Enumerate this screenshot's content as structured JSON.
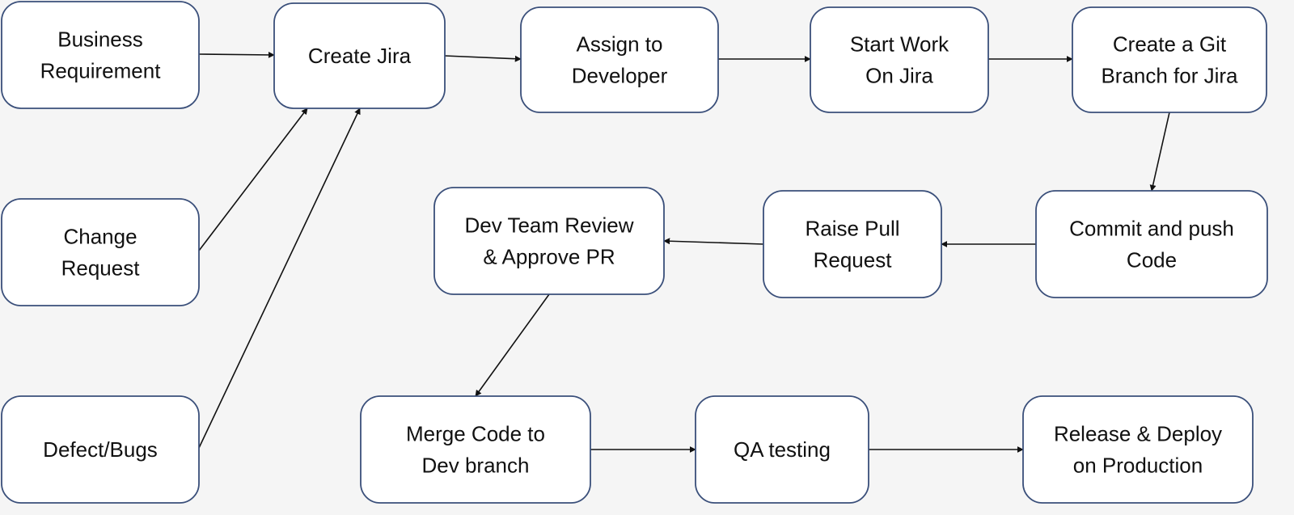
{
  "diagram": {
    "nodes": [
      {
        "id": "business-requirement",
        "lines": [
          "Business",
          "Requirement"
        ]
      },
      {
        "id": "create-jira",
        "lines": [
          "Create Jira"
        ]
      },
      {
        "id": "assign-to-developer",
        "lines": [
          "Assign to",
          "Developer"
        ]
      },
      {
        "id": "start-work-on-jira",
        "lines": [
          "Start Work",
          "On Jira"
        ]
      },
      {
        "id": "create-git-branch",
        "lines": [
          "Create a Git",
          "Branch for Jira"
        ]
      },
      {
        "id": "change-request",
        "lines": [
          "Change",
          "Request"
        ]
      },
      {
        "id": "dev-team-review",
        "lines": [
          "Dev Team Review",
          "& Approve PR"
        ]
      },
      {
        "id": "raise-pull-request",
        "lines": [
          "Raise Pull",
          "Request"
        ]
      },
      {
        "id": "commit-and-push-code",
        "lines": [
          "Commit and push",
          "Code"
        ]
      },
      {
        "id": "defect-bugs",
        "lines": [
          "Defect/Bugs"
        ]
      },
      {
        "id": "merge-code-to-dev-branch",
        "lines": [
          "Merge Code to",
          "Dev branch"
        ]
      },
      {
        "id": "qa-testing",
        "lines": [
          "QA testing"
        ]
      },
      {
        "id": "release-and-deploy",
        "lines": [
          "Release & Deploy",
          "on Production"
        ]
      }
    ],
    "edges": [
      {
        "from": "business-requirement",
        "to": "create-jira"
      },
      {
        "from": "create-jira",
        "to": "assign-to-developer"
      },
      {
        "from": "assign-to-developer",
        "to": "start-work-on-jira"
      },
      {
        "from": "start-work-on-jira",
        "to": "create-git-branch"
      },
      {
        "from": "create-git-branch",
        "to": "commit-and-push-code"
      },
      {
        "from": "commit-and-push-code",
        "to": "raise-pull-request"
      },
      {
        "from": "raise-pull-request",
        "to": "dev-team-review"
      },
      {
        "from": "dev-team-review",
        "to": "merge-code-to-dev-branch"
      },
      {
        "from": "merge-code-to-dev-branch",
        "to": "qa-testing"
      },
      {
        "from": "qa-testing",
        "to": "release-and-deploy"
      },
      {
        "from": "change-request",
        "to": "create-jira"
      },
      {
        "from": "defect-bugs",
        "to": "create-jira"
      }
    ]
  }
}
